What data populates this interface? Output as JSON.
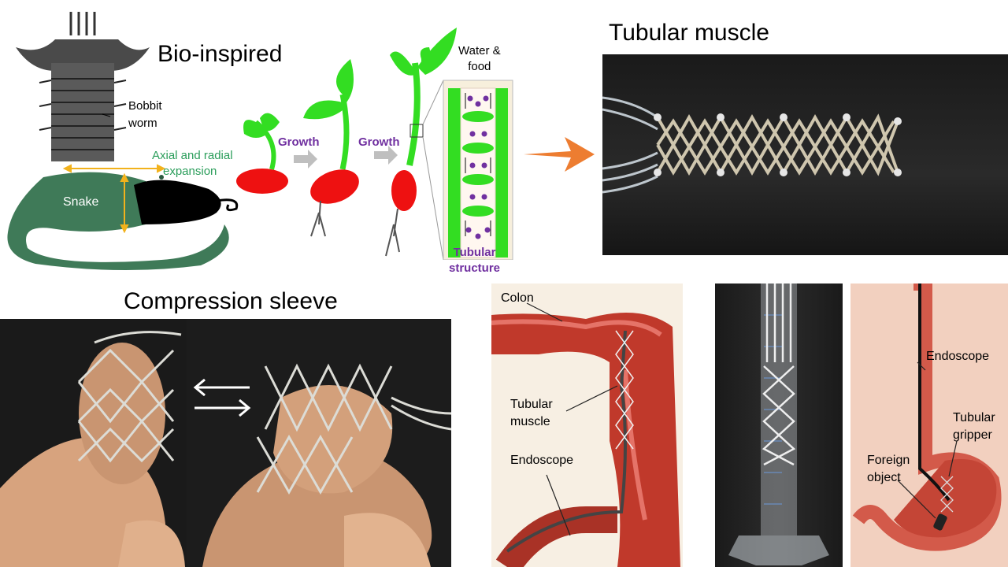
{
  "titles": {
    "bio_inspired": "Bio-inspired",
    "tubular_muscle": "Tubular muscle",
    "compression_sleeve": "Compression sleeve"
  },
  "bio": {
    "worm_label_1": "Bobbit",
    "worm_label_2": "worm",
    "axial_1": "Axial and radial",
    "axial_2": "expansion",
    "snake": "Snake",
    "growth_1": "Growth",
    "growth_2": "Growth",
    "water_1": "Water &",
    "water_2": "food",
    "tubular_1": "Tubular",
    "tubular_2": "structure"
  },
  "colon_labels": {
    "colon": "Colon",
    "tubular_1": "Tubular",
    "tubular_2": "muscle",
    "endoscope": "Endoscope"
  },
  "stomach_labels": {
    "endoscope": "Endoscope",
    "gripper_1": "Tubular",
    "gripper_2": "gripper",
    "foreign_1": "Foreign",
    "foreign_2": "object"
  },
  "colors": {
    "accent_orange": "#ed7d31",
    "plant_green": "#33dd22",
    "seed_red": "#ee1111",
    "label_green": "#2a9d5a",
    "label_purple": "#7030a0"
  }
}
